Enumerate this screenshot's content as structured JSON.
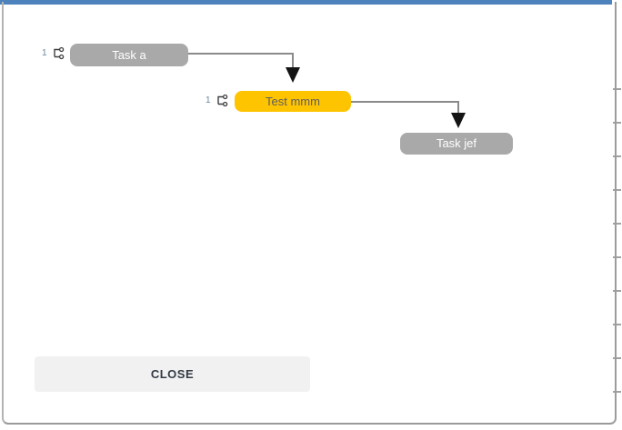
{
  "dialog": {
    "accent_color": "#4e82bd",
    "border_color": "#9c9c9c",
    "background": "#ffffff",
    "close_label": "CLOSE"
  },
  "graph": {
    "type": "task-dependency-flow",
    "nodes": [
      {
        "label": "Task a",
        "count": "1",
        "color": "#a9a9a9",
        "text_color": "#ffffff"
      },
      {
        "label": "Test mmm",
        "count": "1",
        "color": "#ffc400",
        "text_color": "#5e5e5e"
      },
      {
        "label": "Task jef",
        "color": "#a9a9a9",
        "text_color": "#ffffff"
      }
    ],
    "edges": [
      {
        "from": "Task a",
        "to": "Test mmm"
      },
      {
        "from": "Test mmm",
        "to": "Task jef"
      }
    ],
    "line_color": "#8a8a8a",
    "arrow_color": "#141414"
  }
}
